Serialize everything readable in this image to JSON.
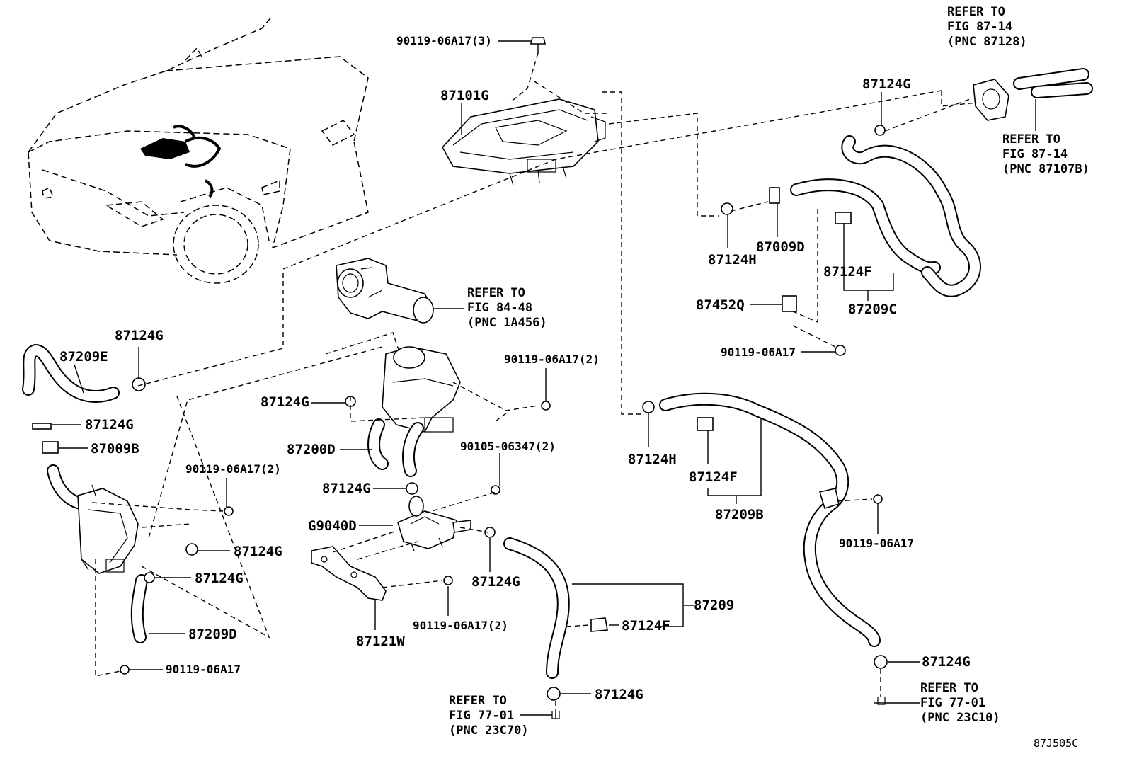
{
  "labels": {
    "bolt_top": "90119-06A17(3)",
    "inverter": "87101G",
    "clamp_top_right": "87124G",
    "clamp_h_upper": "87124H",
    "hose_end_d": "87009D",
    "clamp_f_upper": "87124F",
    "hose_c": "87209C",
    "bracket_q": "87452Q",
    "bolt_q": "90119-06A17",
    "clamp_g_left": "87124G",
    "hose_e": "87209E",
    "clamp_g_mid": "87124G",
    "bolt_valve": "90119-06A17(2)",
    "clamp_g_small": "87124G",
    "hose_end_b": "87009B",
    "valve": "87200D",
    "bolt_pump": "90105-06347(2)",
    "bolt_left_bracket": "90119-06A17(2)",
    "clamp_g_pump": "87124G",
    "pump": "G9040D",
    "clamp_g_l1": "87124G",
    "clamp_g_l2": "87124G",
    "clamp_g_pump_r": "87124G",
    "hose_d": "87209D",
    "bracket_w": "87121W",
    "bolt_bracket_w": "90119-06A17(2)",
    "bolt_bottom_left": "90119-06A17",
    "hose_87209": "87209",
    "clamp_f_lower": "87124F",
    "clamp_g_bottom": "87124G",
    "clamp_h_lower": "87124H",
    "clamp_f_mid": "87124F",
    "hose_b": "87209B",
    "bolt_right": "90119-06A17",
    "clamp_g_right_bottom": "87124G",
    "figure_code": "87J505C"
  },
  "references": {
    "top_right_1": [
      "REFER TO",
      "FIG 87-14",
      "(PNC 87128)"
    ],
    "top_right_2": [
      "REFER TO",
      "FIG 87-14",
      "(PNC 87107B)"
    ],
    "thermostat": [
      "REFER TO",
      "FIG 84-48",
      "(PNC 1A456)"
    ],
    "bottom_center": [
      "REFER TO",
      "FIG 77-01",
      "(PNC 23C70)"
    ],
    "bottom_right": [
      "REFER TO",
      "FIG 77-01",
      "(PNC 23C10)"
    ]
  }
}
